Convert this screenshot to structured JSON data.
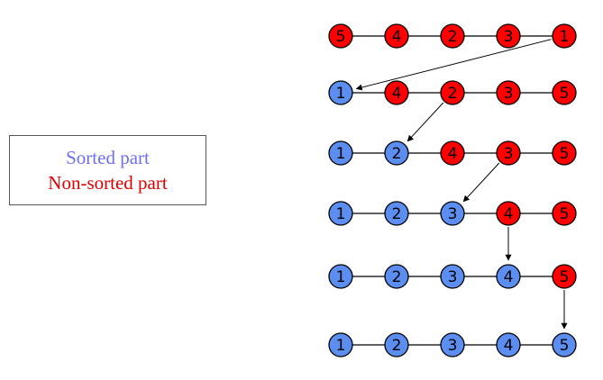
{
  "legend": {
    "sorted_label": "Sorted part",
    "unsorted_label": "Non-sorted part"
  },
  "colors": {
    "sorted": "#5b8ef0",
    "unsorted": "#ff0000",
    "sorted_text": "#6e6ef5",
    "unsorted_text": "#e00000",
    "outline": "#000000"
  },
  "rows": [
    {
      "values": [
        "5",
        "4",
        "2",
        "3",
        "1"
      ],
      "states": [
        "unsorted",
        "unsorted",
        "unsorted",
        "unsorted",
        "unsorted"
      ]
    },
    {
      "values": [
        "1",
        "4",
        "2",
        "3",
        "5"
      ],
      "states": [
        "sorted",
        "unsorted",
        "unsorted",
        "unsorted",
        "unsorted"
      ]
    },
    {
      "values": [
        "1",
        "2",
        "4",
        "3",
        "5"
      ],
      "states": [
        "sorted",
        "sorted",
        "unsorted",
        "unsorted",
        "unsorted"
      ]
    },
    {
      "values": [
        "1",
        "2",
        "3",
        "4",
        "5"
      ],
      "states": [
        "sorted",
        "sorted",
        "sorted",
        "unsorted",
        "unsorted"
      ]
    },
    {
      "values": [
        "1",
        "2",
        "3",
        "4",
        "5"
      ],
      "states": [
        "sorted",
        "sorted",
        "sorted",
        "sorted",
        "unsorted"
      ]
    },
    {
      "values": [
        "1",
        "2",
        "3",
        "4",
        "5"
      ],
      "states": [
        "sorted",
        "sorted",
        "sorted",
        "sorted",
        "sorted"
      ]
    }
  ],
  "moves": [
    {
      "from_row": 0,
      "from_col": 4,
      "to_row": 1,
      "to_col": 0
    },
    {
      "from_row": 1,
      "from_col": 2,
      "to_row": 2,
      "to_col": 1
    },
    {
      "from_row": 2,
      "from_col": 3,
      "to_row": 3,
      "to_col": 2
    },
    {
      "from_row": 3,
      "from_col": 3,
      "to_row": 4,
      "to_col": 3
    },
    {
      "from_row": 4,
      "from_col": 4,
      "to_row": 5,
      "to_col": 4
    }
  ]
}
